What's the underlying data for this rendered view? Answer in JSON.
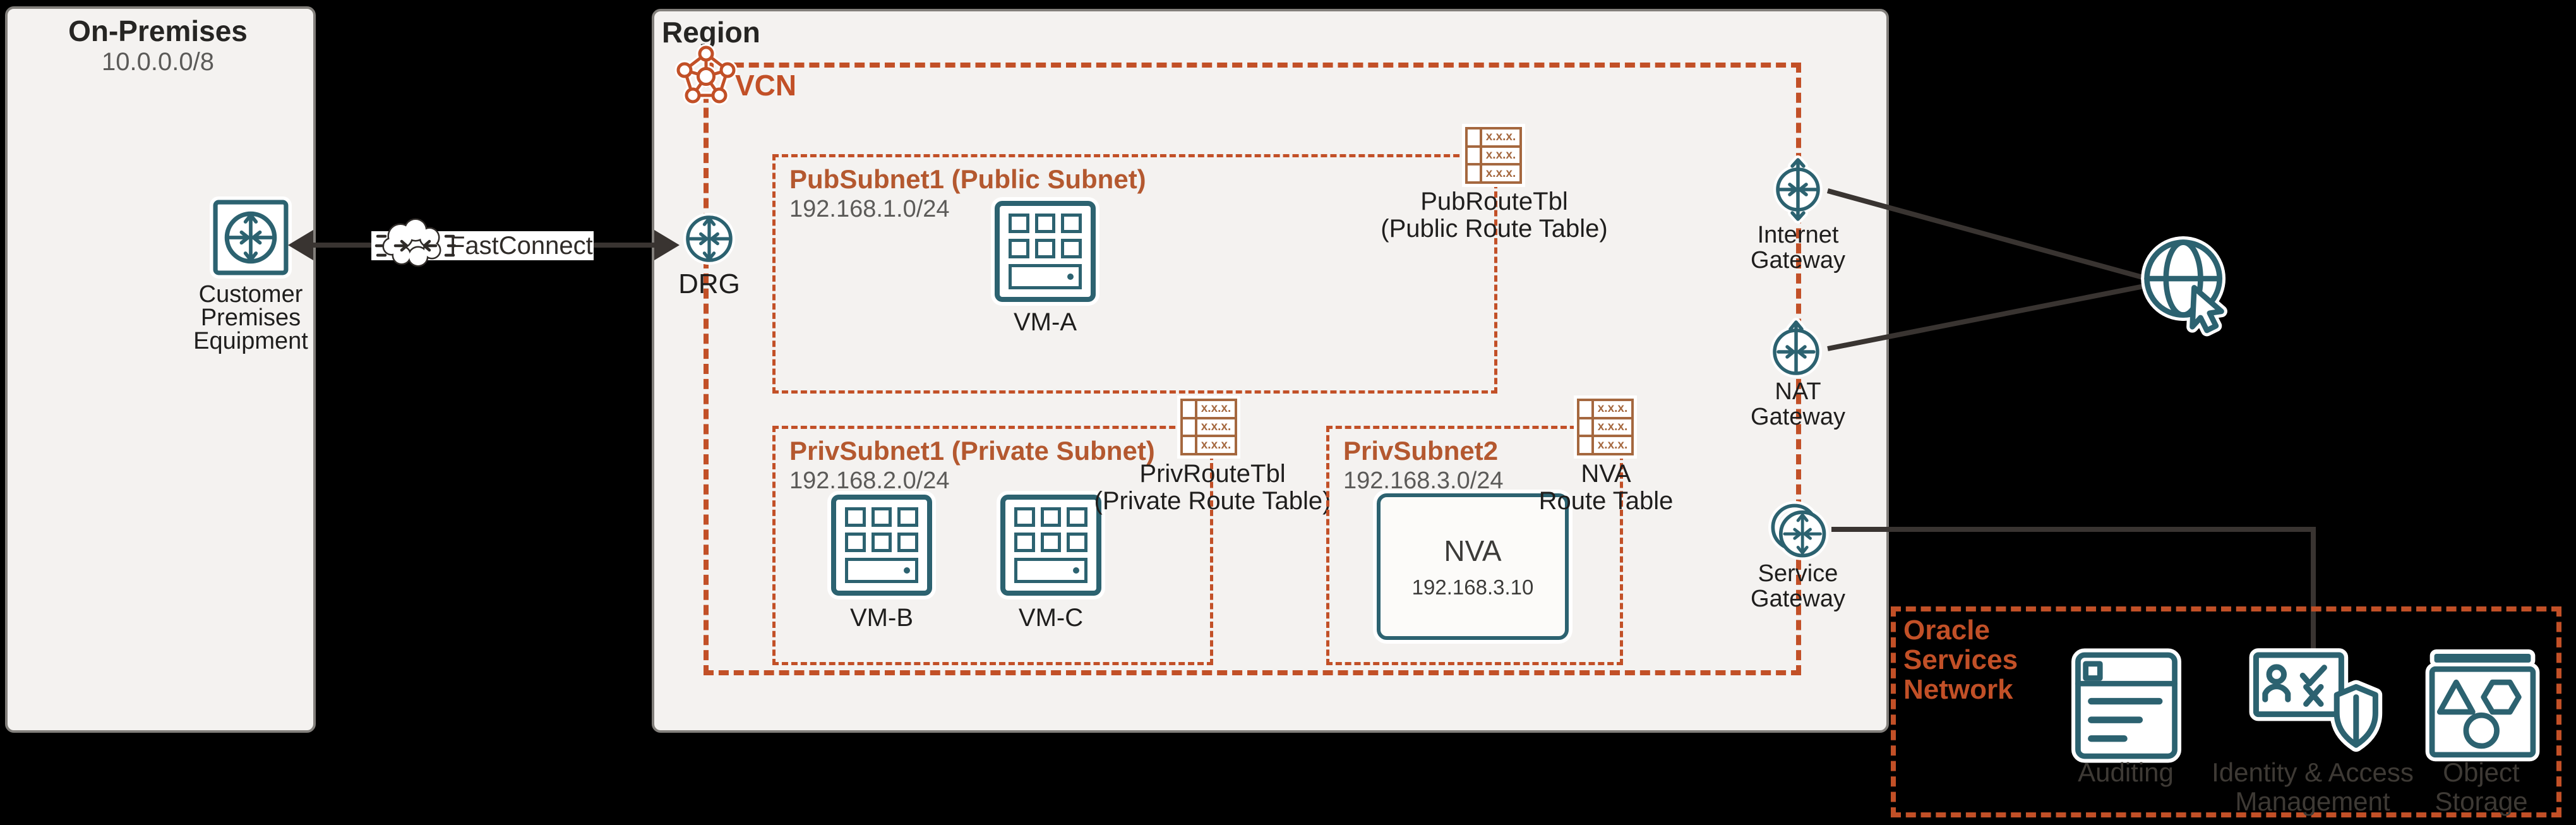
{
  "colors": {
    "orange": "#C25027",
    "subnet_title": "#B4582F",
    "teal": "#2C6270",
    "table_brown": "#A5683F",
    "line": "#393431",
    "panel_bg": "#F4F2F0",
    "panel_border": "#827F7B",
    "text": "#1F1E1D",
    "muted": "#5B5A58",
    "osn_label": "#3E3A35"
  },
  "on_premises": {
    "title": "On-Premises",
    "cidr": "10.0.0.0/8",
    "cpe_label_lines": [
      "Customer",
      "Premises",
      "Equipment"
    ]
  },
  "fastconnect": {
    "label": "FastConnect"
  },
  "region": {
    "title": "Region"
  },
  "vcn": {
    "label": "VCN"
  },
  "drg": {
    "label": "DRG"
  },
  "subnets": {
    "pub": {
      "title": "PubSubnet1 (Public Subnet)",
      "cidr": "192.168.1.0/24",
      "vm": "VM-A"
    },
    "priv1": {
      "title": "PrivSubnet1 (Private Subnet)",
      "cidr": "192.168.2.0/24",
      "vm_b": "VM-B",
      "vm_c": "VM-C"
    },
    "priv2": {
      "title": "PrivSubnet2",
      "cidr": "192.168.3.0/24",
      "nva_name": "NVA",
      "nva_ip": "192.168.3.10"
    }
  },
  "route_tables": {
    "cell": "x.x.x.",
    "pub": {
      "line1": "PubRouteTbl",
      "line2": "(Public Route Table)"
    },
    "priv": {
      "line1": "PrivRouteTbl",
      "line2": "(Private Route Table)"
    },
    "nva": {
      "line1": "NVA",
      "line2": "Route Table"
    }
  },
  "gateways": {
    "internet": {
      "line1": "Internet",
      "line2": "Gateway"
    },
    "nat": {
      "line1": "NAT",
      "line2": "Gateway"
    },
    "service": {
      "line1": "Service",
      "line2": "Gateway"
    }
  },
  "osn": {
    "title_lines": [
      "Oracle",
      "Services",
      "Network"
    ],
    "services": [
      {
        "id": "auditing",
        "lines": [
          "Auditing"
        ]
      },
      {
        "id": "identity-access-management",
        "lines": [
          "Identity & Access",
          "Management"
        ]
      },
      {
        "id": "object-storage",
        "lines": [
          "Object",
          "Storage"
        ]
      }
    ]
  }
}
